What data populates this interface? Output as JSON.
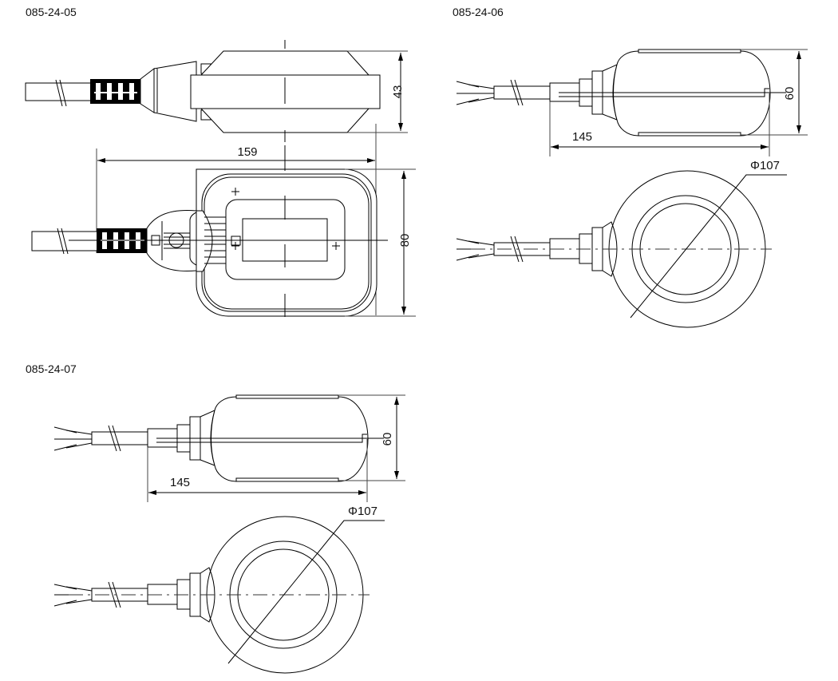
{
  "drawings": [
    {
      "model": "085-24-05",
      "dims": {
        "height": "43",
        "length": "159",
        "width": "80"
      }
    },
    {
      "model": "085-24-06",
      "dims": {
        "height": "60",
        "length": "145",
        "diameter": "Φ107"
      }
    },
    {
      "model": "085-24-07",
      "dims": {
        "height": "60",
        "length": "145",
        "diameter": "Φ107"
      }
    }
  ]
}
